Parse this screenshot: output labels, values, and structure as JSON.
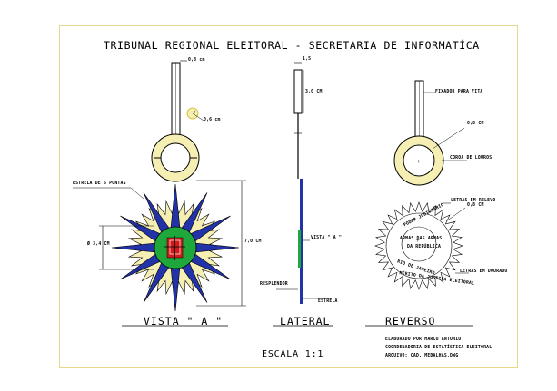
{
  "title": "TRIBUNAL REGIONAL ELEITORAL - SECRETARIA DE INFORMATÍCA",
  "views": {
    "front": "VISTA \" A \"",
    "side": "LATERAL",
    "back": "REVERSO"
  },
  "scale": "ESCALA 1:1",
  "front_labels": {
    "width": "0,8 cm",
    "hole": "0,6 cm",
    "star": "ESTRELA DE 6 PONTAS",
    "diameter": "Ø 3,4 CM",
    "height": "7,0 CM"
  },
  "side_labels": {
    "top": "1,5",
    "length": "3,0 CM",
    "vista": "VISTA \" A \"",
    "resplendor": "RESPLENDOR",
    "estrela": "ESTRELA"
  },
  "back_labels": {
    "fixador": "FIXADOR PARA FITA",
    "ring_w": "0,8 CM",
    "coroa": "COROA DE LOUROS",
    "letras_relevo": "LETRAS EM RELEVO",
    "disc_w": "0,8 CM",
    "letras_dourado": "LETRAS EM DOURADO",
    "center_text_1": "ARMAS DAS ARMAS",
    "center_text_2": "DA REPÚBLICA",
    "ring_text_top": "PODER JUDICIÁRIO",
    "ring_text_bottom": "RIO DE JANEIRO",
    "ring_text_bottom2": "MÉRITO DA JUSTIÇA ELEITORAL"
  },
  "credits": [
    "ELABORADO POR MARCO ANTONIO",
    "COORDENADORIA DE ESTATÍSTICA ELEITORAL",
    "ARQUIVO: CAD. MEDALHAS.DWG"
  ],
  "colors": {
    "frame": "#e8d98a",
    "blue": "#2233aa",
    "green": "#1ea83c",
    "yellow": "#f6efb4",
    "red": "#d11a1a"
  }
}
